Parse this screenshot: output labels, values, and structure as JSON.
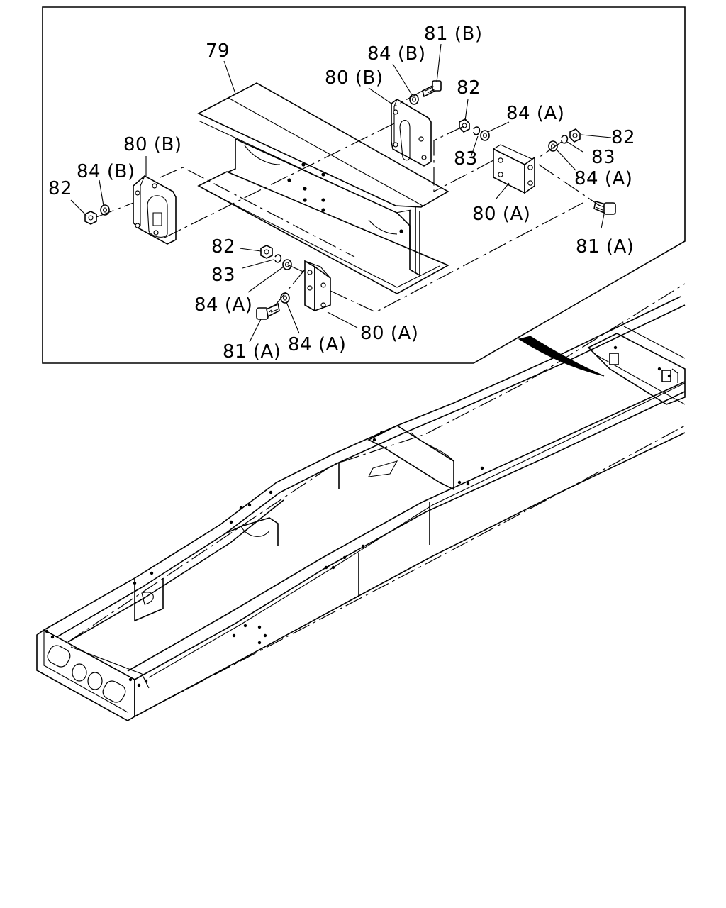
{
  "callouts": {
    "p79": "79",
    "p81b": "81 (B)",
    "p84b_top": "84 (B)",
    "p80b_top": "80 (B)",
    "p82_upper": "82",
    "p84a_upper": "84 (A)",
    "p82_right": "82",
    "p83_right": "83",
    "p83_upper": "83",
    "p84a_right": "84 (A)",
    "p80a_right": "80 (A)",
    "p81a_right": "81 (A)",
    "p80b_left": "80 (B)",
    "p84b_left": "84 (B)",
    "p82_left": "82",
    "p82_lower": "82",
    "p83_lower": "83",
    "p84a_lower": "84 (A)",
    "p81a_lower": "81 (A)",
    "p84a_bottom": "84 (A)",
    "p80a_lower": "80 (A)"
  },
  "colors": {
    "line": "#000000",
    "background": "#ffffff"
  }
}
